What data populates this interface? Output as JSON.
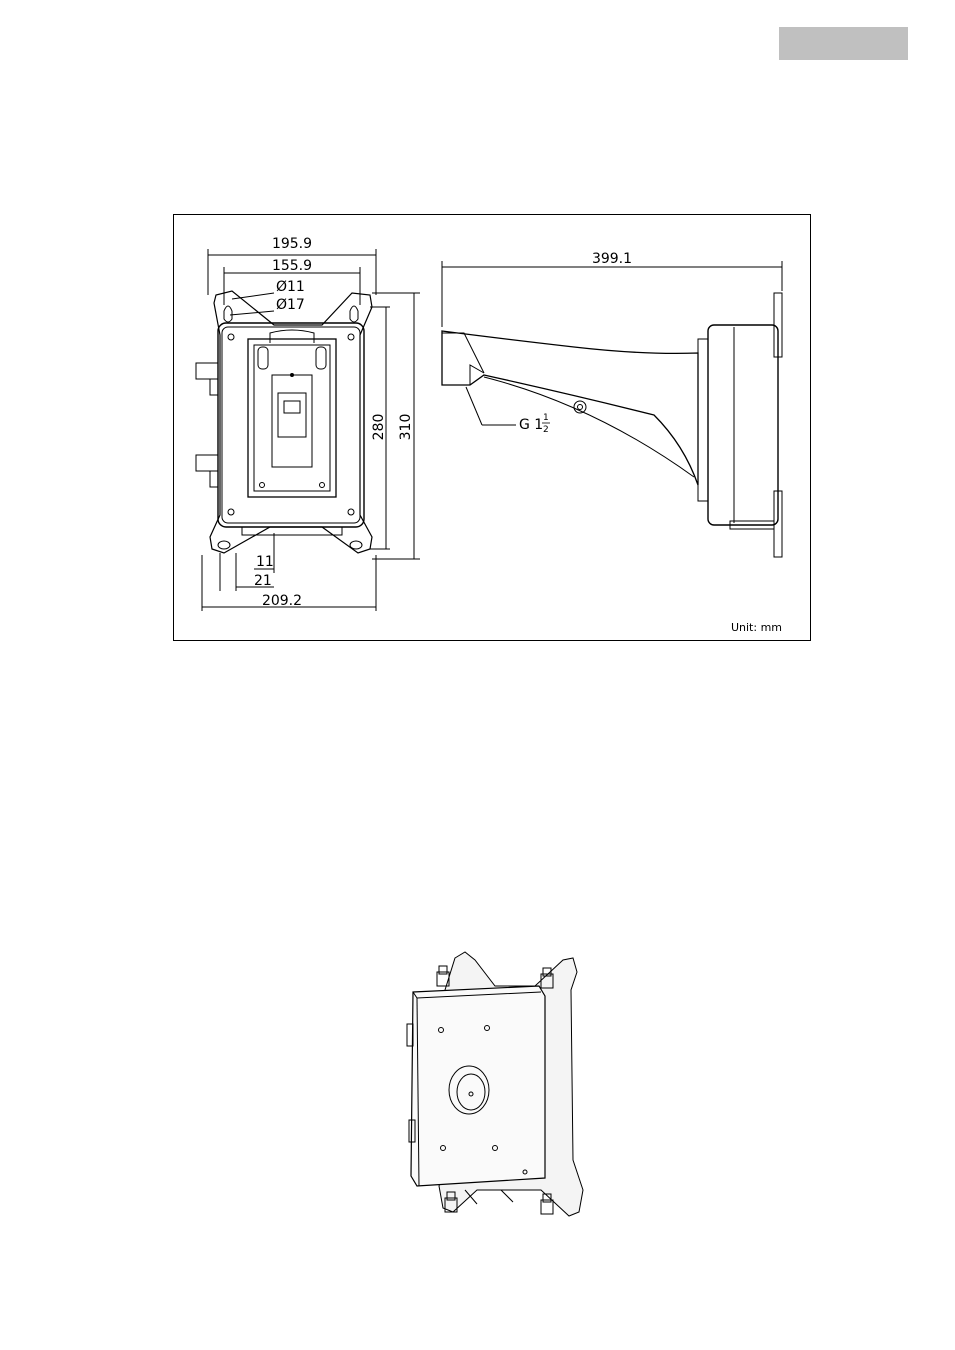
{
  "dimensions": {
    "width_top": "195.9",
    "width_inner": "155.9",
    "hole_small": "Ø11",
    "hole_large": "Ø17",
    "height_inner": "280",
    "height_outer": "310",
    "bottom_small": "11",
    "bottom_medium": "21",
    "width_bottom": "209.2",
    "arm_length": "399.1",
    "thread_prefix": "G 1",
    "thread_num": "1",
    "thread_den": "2"
  },
  "unit_label": "Unit: mm",
  "colors": {
    "tab": "#c0c0c0",
    "line": "#000000",
    "shade": "#e8e8e8"
  }
}
